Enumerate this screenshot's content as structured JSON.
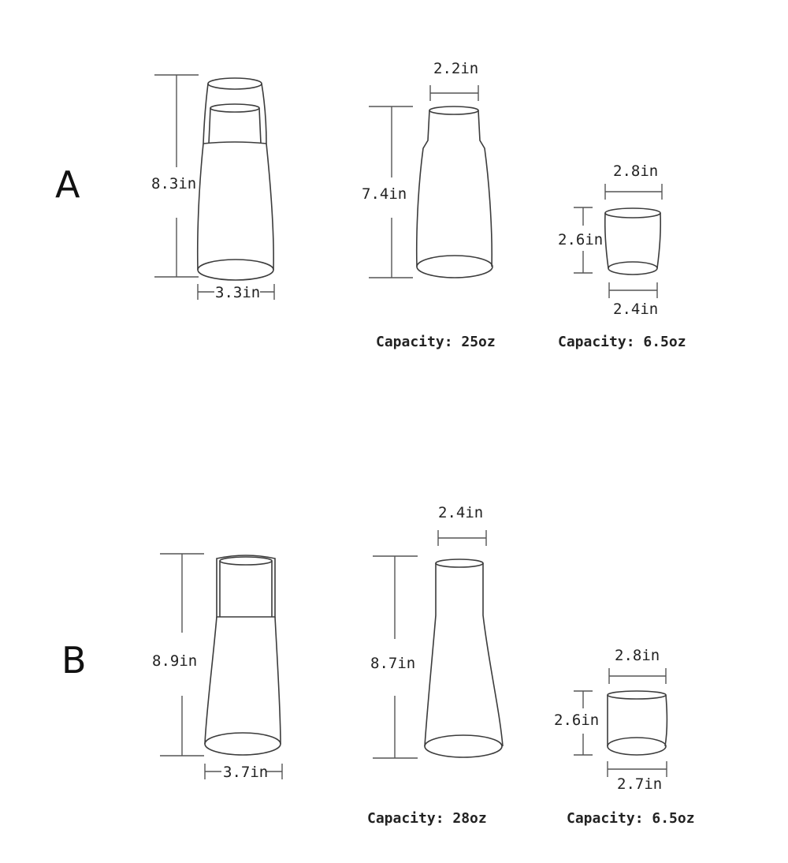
{
  "set_a": {
    "label": "A",
    "set_height": "8.3in",
    "set_base_width": "3.3in",
    "carafe_top_width": "2.2in",
    "carafe_height": "7.4in",
    "cup_top_width": "2.8in",
    "cup_height": "2.6in",
    "cup_base_width": "2.4in",
    "carafe_capacity": "Capacity: 25oz",
    "cup_capacity": "Capacity: 6.5oz"
  },
  "set_b": {
    "label": "B",
    "set_height": "8.9in",
    "set_base_width": "3.7in",
    "carafe_top_width": "2.4in",
    "carafe_height": "8.7in",
    "cup_top_width": "2.8in",
    "cup_height": "2.6in",
    "cup_base_width": "2.7in",
    "carafe_capacity": "Capacity: 28oz",
    "cup_capacity": "Capacity: 6.5oz"
  }
}
